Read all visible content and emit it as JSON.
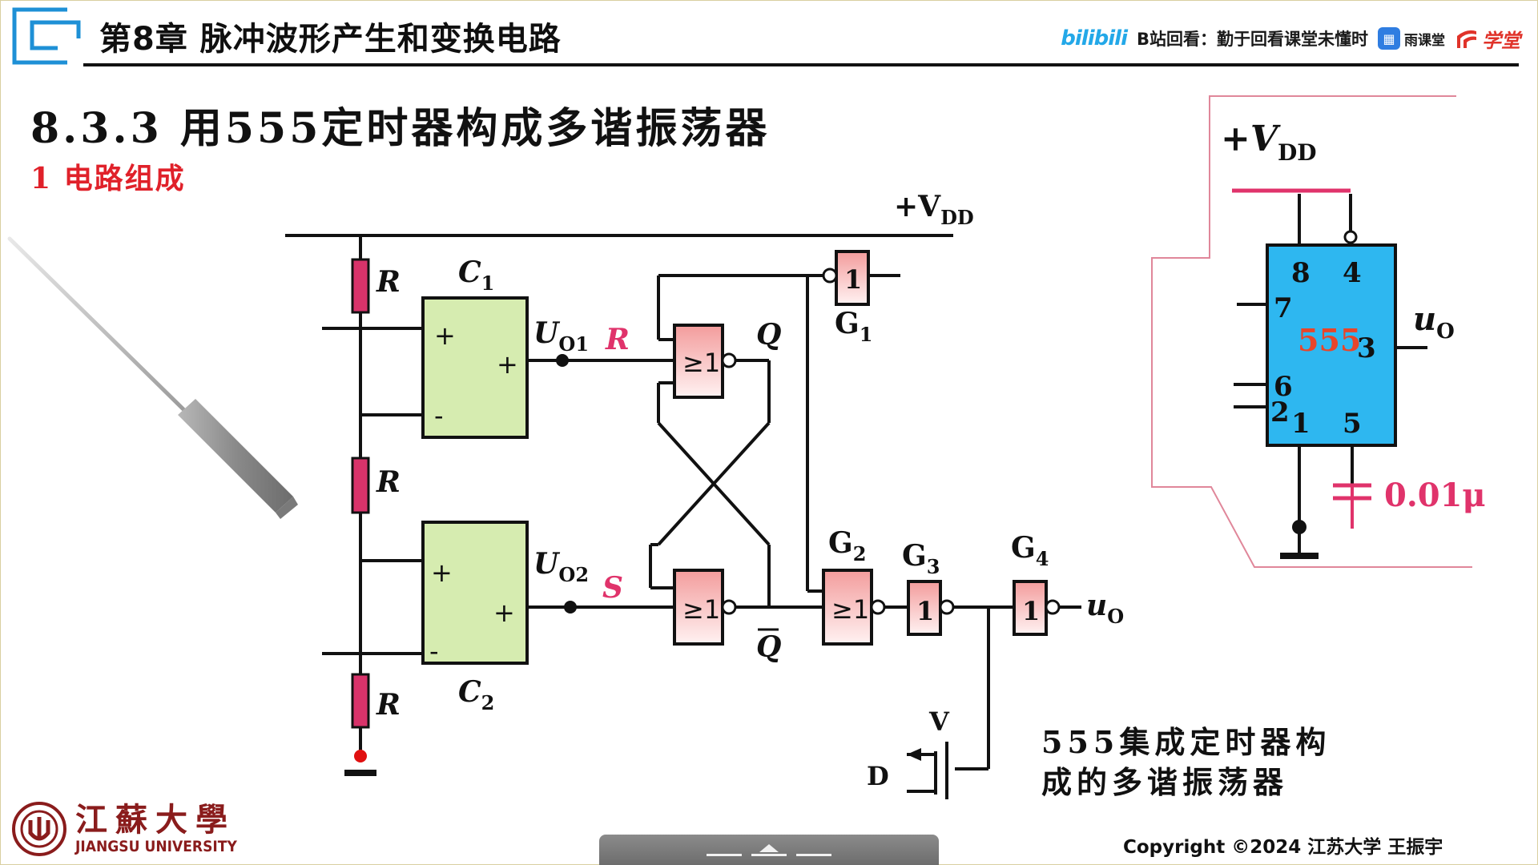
{
  "header": {
    "chapter_title": "第8章 脉冲波形产生和变换电路",
    "bili_logo": "bilibili",
    "bili_note": "B站回看：勤于回看课堂未懂时",
    "rain_classroom": "雨课堂",
    "xuetang": "学堂",
    "colors": {
      "rule": "#111111",
      "bracket": "#1e90d6"
    }
  },
  "section_title": "8.3.3 用555定时器构成多谐振荡器",
  "subsection_title": "1 电路组成",
  "circuit": {
    "supply": "+V",
    "supply_sub": "DD",
    "resistor_label": "R",
    "comparator1": "C",
    "comparator1_sub": "1",
    "comparator2": "C",
    "comparator2_sub": "2",
    "plus": "+",
    "minus": "-",
    "uo1": "U",
    "uo1_sub": "O1",
    "uo2": "U",
    "uo2_sub": "O2",
    "r_input": "R",
    "s_input": "S",
    "nor_label": "≥1",
    "not_label": "1",
    "q": "Q",
    "q_bar": "Q",
    "g1": "G",
    "g1_sub": "1",
    "g2": "G",
    "g2_sub": "2",
    "g3": "G",
    "g3_sub": "3",
    "g4": "G",
    "g4_sub": "4",
    "output": "u",
    "output_sub": "O",
    "transistor_v": "V",
    "transistor_d": "D",
    "colors": {
      "resistor": "#d8336a",
      "comparator": "#d6ecb0",
      "gate": "#f7b5b5",
      "red_label": "#e0336b",
      "ground_dot": "#e01010"
    }
  },
  "chip": {
    "supply": "+V",
    "supply_sub": "DD",
    "pin8": "8",
    "pin4": "4",
    "pin7": "7",
    "name": "555",
    "pin3": "3",
    "pin6": "6",
    "pin2": "2",
    "pin1": "1",
    "pin5": "5",
    "output": "u",
    "output_sub": "O",
    "capacitor": "0.01μ",
    "colors": {
      "body": "#2eb7f0",
      "name": "#e8452a",
      "capacitor": "#e0336b"
    }
  },
  "caption_line1": "555集成定时器构",
  "caption_line2": "成的多谐振荡器",
  "copyright": "Copyright ©2024 江苏大学 王振宇",
  "university": {
    "cn": "江蘇大學",
    "en": "JIANGSU UNIVERSITY"
  }
}
